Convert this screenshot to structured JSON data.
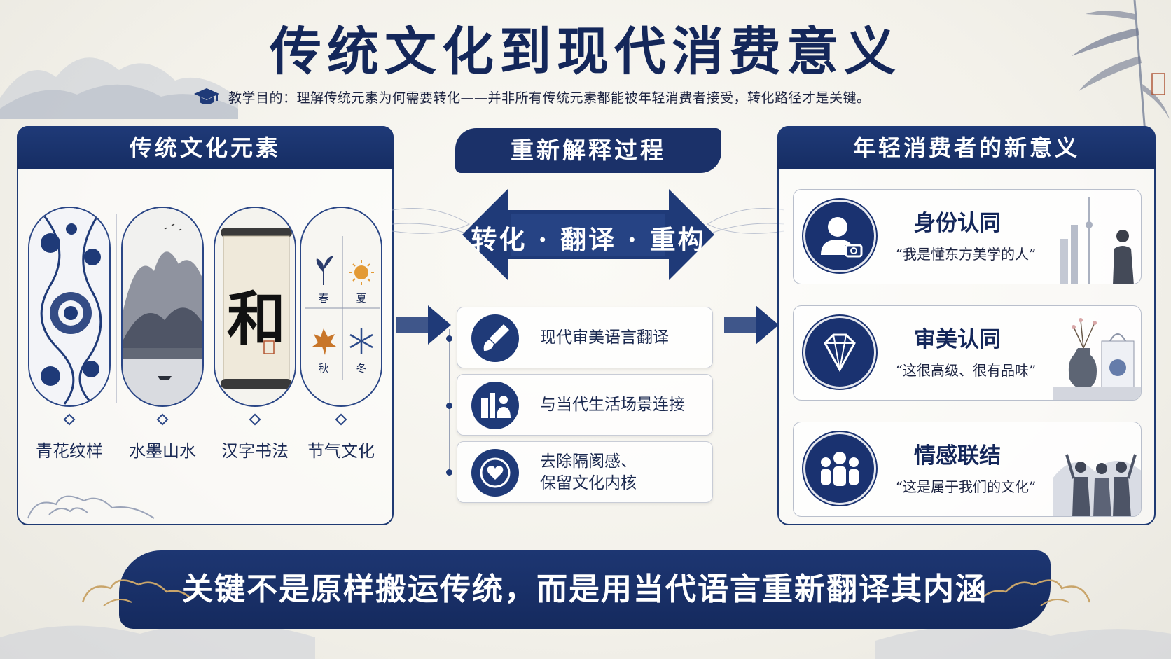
{
  "title": "传统文化到现代消费意义",
  "subtitle": "教学目的：理解传统元素为何需要转化——并非所有传统元素都能被年轻消费者接受，转化路径才是关键。",
  "left_panel": {
    "title": "传统文化元素",
    "items": [
      {
        "label": "青花纹样",
        "icon": "porcelain-pattern"
      },
      {
        "label": "水墨山水",
        "icon": "ink-landscape"
      },
      {
        "label": "汉字书法",
        "icon": "calligraphy-scroll",
        "glyph": "和"
      },
      {
        "label": "节气文化",
        "icon": "solar-terms",
        "seasons": [
          "春",
          "夏",
          "秋",
          "冬"
        ]
      }
    ]
  },
  "center": {
    "title": "重新解释过程",
    "arrow_text": "转化 · 翻译 · 重构",
    "steps": [
      {
        "text": "现代审美语言翻译",
        "icon": "brush-icon"
      },
      {
        "text": "与当代生活场景连接",
        "icon": "city-person-icon"
      },
      {
        "text_line1": "去除隔阂感、",
        "text_line2": "保留文化内核",
        "icon": "heart-target-icon"
      }
    ]
  },
  "right_panel": {
    "title": "年轻消费者的新意义",
    "cards": [
      {
        "title": "身份认同",
        "quote": "“我是懂东方美学的人”",
        "icon": "user-camera-icon"
      },
      {
        "title": "审美认同",
        "quote": "“这很高级、很有品味”",
        "icon": "diamond-icon"
      },
      {
        "title": "情感联结",
        "quote": "“这是属于我们的文化”",
        "icon": "group-icon"
      }
    ]
  },
  "banner": "关键不是原样搬运传统，而是用当代语言重新翻译其内涵",
  "colors": {
    "navy": "#1f3a78",
    "ink": "#14275a",
    "paper": "#f5f4ef",
    "accent": "#d98a2b"
  }
}
